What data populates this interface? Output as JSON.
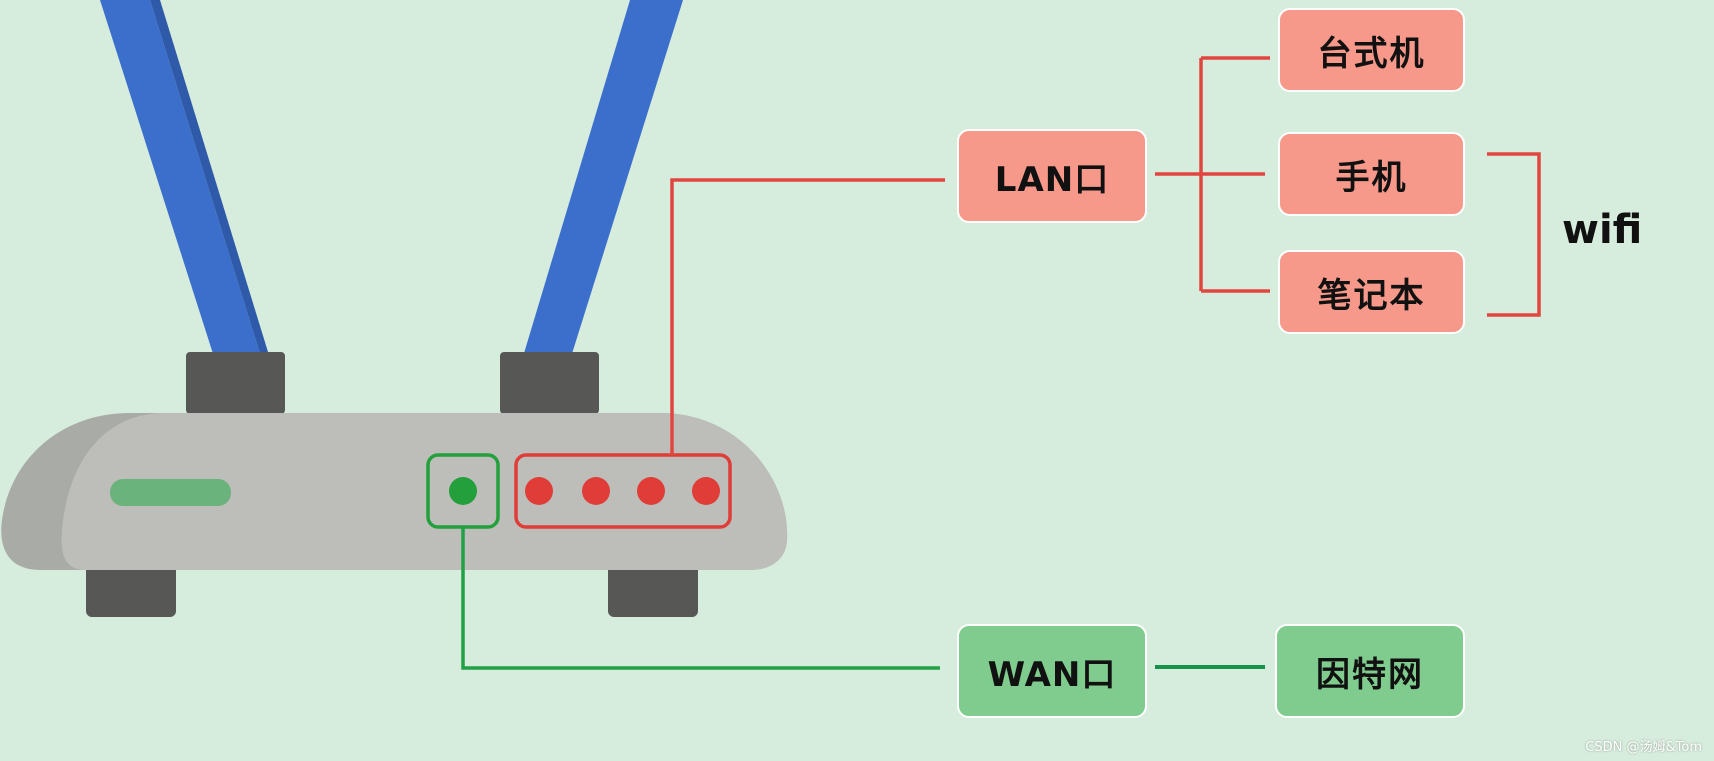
{
  "router": {
    "wan_port_color": "#23a03c",
    "lan_port_color": "#e03c38",
    "antenna_color": "#3b6fcb",
    "body_color": "#bdbdb9",
    "foot_color": "#575856"
  },
  "ports": {
    "lan_label": "LAN口",
    "wan_label": "WAN口"
  },
  "devices": {
    "desktop": "台式机",
    "phone": "手机",
    "laptop": "笔记本"
  },
  "internet_label": "因特网",
  "wifi_label": "wifi",
  "colors": {
    "background": "#d6ecdc",
    "red_box": "#f6988a",
    "green_box": "#7fcc8e",
    "red_line": "#e0463f",
    "green_line": "#22a046",
    "green_line_dark": "#16924a"
  },
  "watermark": "CSDN @汤姆&Tom"
}
